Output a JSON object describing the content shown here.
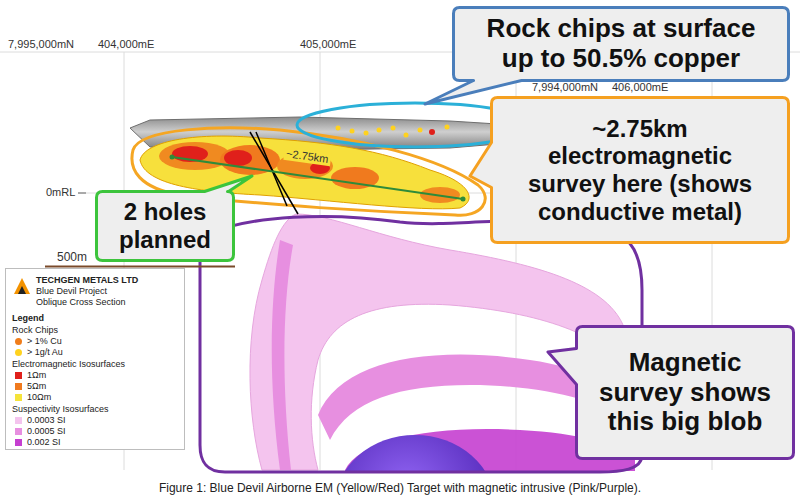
{
  "diagram": {
    "caption": "Figure 1: Blue Devil Airborne EM (Yellow/Red) Target with magnetic intrusive (Pink/Purple).",
    "nodes": [
      {
        "text": [
          "Rock chips at surface up to 50.5% copper"
        ]
      },
      {
        "text": [
          "~2.75km electromagnetic survey here (shows conductive metal)"
        ]
      },
      {
        "text": [
          "2 holes planned"
        ]
      },
      {
        "text": [
          "Magnetic survey shows this big blob"
        ]
      }
    ],
    "labels": [
      "7,995,000mN",
      "404,000mE",
      "405,000mE",
      "7,994,000mN",
      "406,000mE",
      "0mRL",
      "~2.75km",
      "500m",
      "TECHGEN METALS LTD",
      "Blue Devil Project",
      "Oblique Cross Section",
      "Legend",
      "Rock Chips",
      "Electromagnetic Isosurfaces",
      "Suspectivity Isosurfaces"
    ],
    "legend": [
      {
        "text": "> 1% Cu",
        "color": "#f07d1a"
      },
      {
        "text": "> 1g/t Au",
        "color": "#ffd21f"
      },
      {
        "text": "1Ωm",
        "color": "#e0201b"
      },
      {
        "text": "5Ωm",
        "color": "#f07a1e"
      },
      {
        "text": "10Ωm",
        "color": "#f5e33a"
      },
      {
        "text": "0.0003 SI",
        "color": "#f4c4ee"
      },
      {
        "text": "0.0005 SI",
        "color": "#e78fe0"
      },
      {
        "text": "0.002 SI",
        "color": "#c53fd0"
      }
    ]
  }
}
